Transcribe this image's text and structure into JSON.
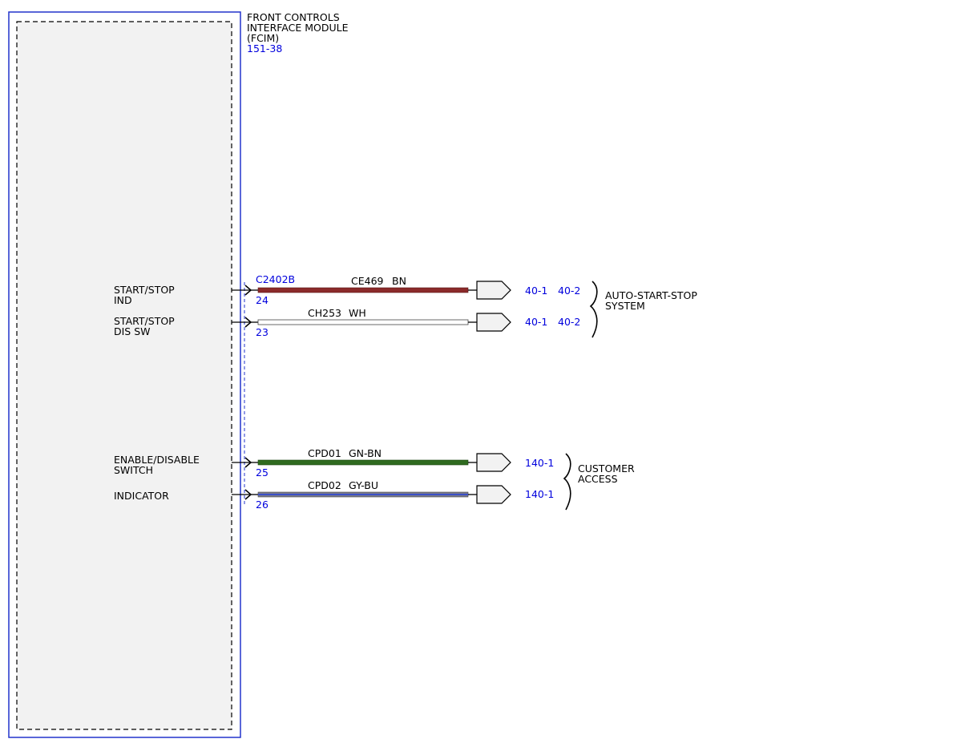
{
  "module": {
    "name_lines": [
      "FRONT CONTROLS",
      "INTERFACE MODULE",
      "(FCIM)"
    ],
    "page_ref": "151-38",
    "connector": "C2402B"
  },
  "circuits": [
    {
      "label_lines": [
        "START/STOP",
        "IND"
      ],
      "pin": "24",
      "circuit": "CE469",
      "color_code": "BN",
      "wire_color": "#8b2a2a",
      "wire_style": "solid",
      "refs": [
        "40-1",
        "40-2"
      ]
    },
    {
      "label_lines": [
        "START/STOP",
        "DIS SW"
      ],
      "pin": "23",
      "circuit": "CH253",
      "color_code": "WH",
      "wire_color": "#ffffff",
      "wire_style": "hollow",
      "refs": [
        "40-1",
        "40-2"
      ]
    },
    {
      "label_lines": [
        "ENABLE/DISABLE",
        "SWITCH"
      ],
      "pin": "25",
      "circuit": "CPD01",
      "color_code": "GN-BN",
      "wire_color": "#2f6b1f",
      "wire_style": "solid",
      "refs": [
        "140-1"
      ]
    },
    {
      "label_lines": [
        "INDICATOR"
      ],
      "pin": "26",
      "circuit": "CPD02",
      "color_code": "GY-BU",
      "wire_color": "#7a7a8a",
      "wire_style": "striped",
      "stripe_color": "#3a4fc8",
      "refs": [
        "140-1"
      ]
    }
  ],
  "groups": [
    {
      "label_lines": [
        "AUTO-START-STOP",
        "SYSTEM"
      ]
    },
    {
      "label_lines": [
        "CUSTOMER",
        "ACCESS"
      ]
    }
  ],
  "colors": {
    "module_border": "#2233cc",
    "module_fill": "#f2f2f2",
    "reference_text": "#0000dd"
  }
}
